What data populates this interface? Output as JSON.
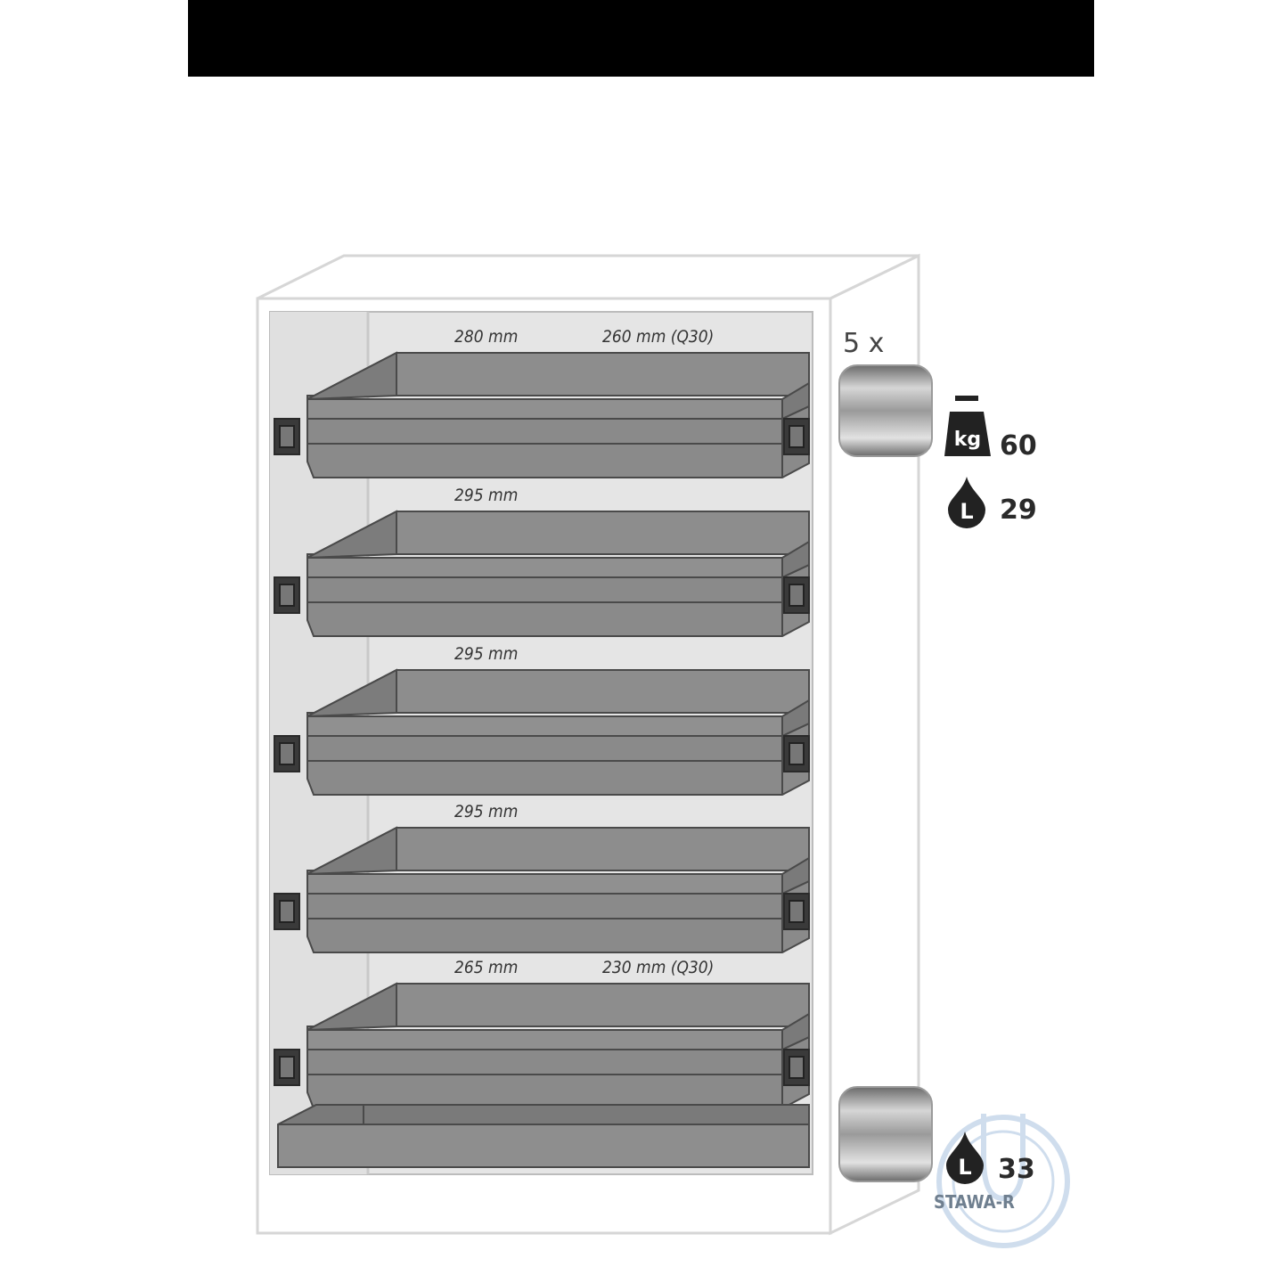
{
  "header": {
    "bar_color": "#000000"
  },
  "cabinet": {
    "drawer_count_label": "5 x",
    "drawers": [
      {
        "label_left": "280 mm",
        "label_right": "260 mm (Q30)"
      },
      {
        "label_left": "295 mm",
        "label_right": ""
      },
      {
        "label_left": "295 mm",
        "label_right": ""
      },
      {
        "label_left": "295 mm",
        "label_right": ""
      },
      {
        "label_left": "265 mm",
        "label_right": "230 mm (Q30)"
      }
    ]
  },
  "specs": {
    "load_icon_text": "kg",
    "load_value": "60",
    "drawer_volume_icon_text": "L",
    "drawer_volume_value": "29",
    "sump_volume_icon_text": "L",
    "sump_volume_value": "33"
  },
  "watermark": {
    "text": "STAWA-R"
  },
  "colors": {
    "tray": "#8a8a8a",
    "tray_dark": "#6e6e6e",
    "cabinet_outline": "#d8d8d8",
    "interior": "#e4e4e4",
    "watermark": "#a9c3df"
  }
}
